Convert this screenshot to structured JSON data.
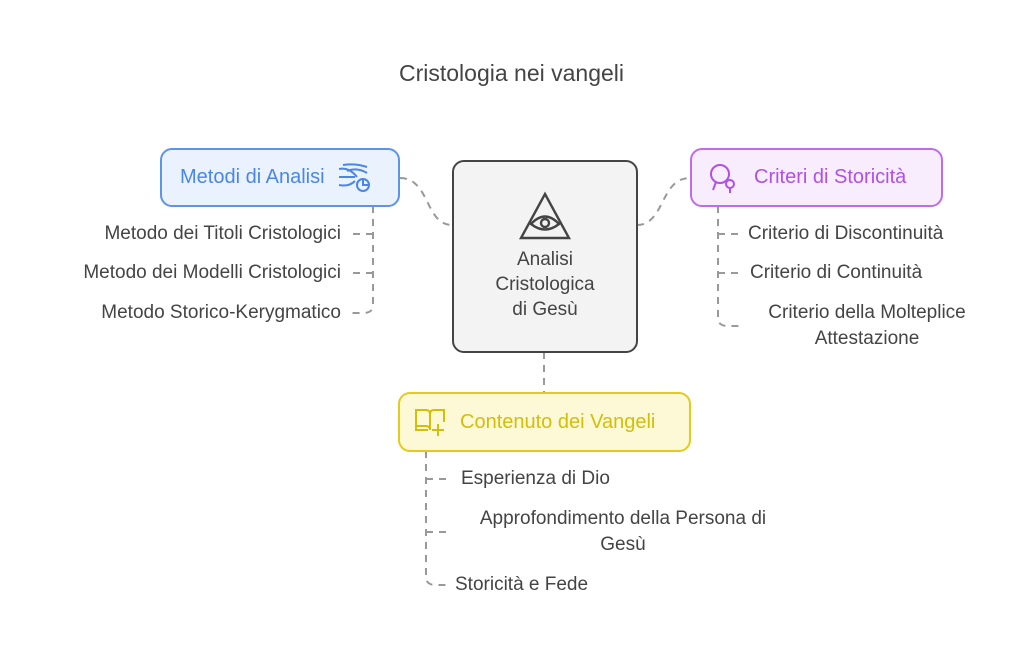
{
  "title": "Cristologia nei vangeli",
  "center": {
    "line1": "Analisi",
    "line2": "Cristologica",
    "line3": "di Gesù",
    "icon": "eye-triangle-icon"
  },
  "metodi": {
    "label": "Metodi di Analisi",
    "icon": "wind-chart-icon",
    "color": "#4a86e8",
    "items": [
      "Metodo dei Titoli Cristologici",
      "Metodo dei Modelli Cristologici",
      "Metodo Storico-Kerygmatico"
    ]
  },
  "criteri": {
    "label": "Criteri di Storicità",
    "icon": "search-person-icon",
    "color": "#b24fe6",
    "items": [
      "Criterio di Discontinuità",
      "Criterio di Continuità",
      "Criterio della Molteplice",
      "Attestazione"
    ]
  },
  "contenuto": {
    "label": "Contenuto dei Vangeli",
    "icon": "book-plus-icon",
    "color": "#d6bd06",
    "items": [
      "Esperienza di Dio",
      "Approfondimento della Persona di",
      "Gesù",
      "Storicità e Fede"
    ]
  }
}
